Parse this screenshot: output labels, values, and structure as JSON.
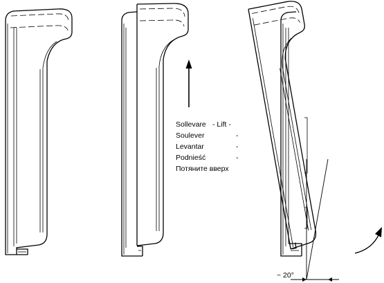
{
  "instructions": {
    "lines": [
      {
        "text": "Sollevare",
        "tail": "- Lift -"
      },
      {
        "text": "Soulever",
        "tail": "-"
      },
      {
        "text": "Levantar",
        "tail": "-"
      },
      {
        "text": "Podnieść",
        "tail": "-"
      },
      {
        "text": "Потяните вверх",
        "tail": ""
      }
    ]
  },
  "angle": {
    "label": "~ 20°",
    "degrees": 20
  }
}
